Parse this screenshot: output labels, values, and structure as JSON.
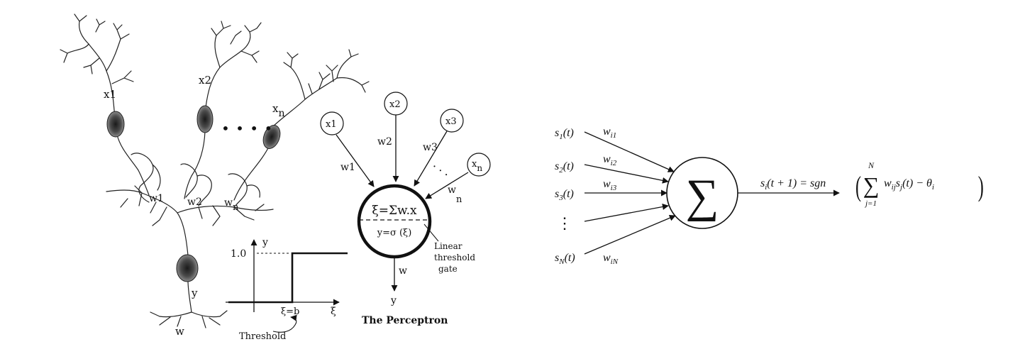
{
  "neuron_sketch": {
    "inputs": [
      {
        "base": "x",
        "sub": "1"
      },
      {
        "base": "x",
        "sub": "2"
      },
      {
        "base": "x",
        "sub": "n"
      }
    ],
    "synapse_weights": [
      {
        "base": "w",
        "sub": "1"
      },
      {
        "base": "w",
        "sub": "2"
      },
      {
        "base": "w",
        "sub": "n"
      }
    ],
    "ellipsis": "• • • •",
    "output_label": "y",
    "output_weight_label": "w"
  },
  "step_function": {
    "y_axis_label": "y",
    "level_label": "1.0",
    "x_tick_label": "ξ=b",
    "x_axis_label": "ξ",
    "threshold_label": "Threshold"
  },
  "perceptron": {
    "inputs": [
      {
        "base": "x",
        "sub": "1"
      },
      {
        "base": "x",
        "sub": "2"
      },
      {
        "base": "x",
        "sub": "3"
      },
      {
        "base": "x",
        "sub": "n"
      }
    ],
    "weights": [
      {
        "base": "w",
        "sub": "1"
      },
      {
        "base": "w",
        "sub": "2"
      },
      {
        "base": "w",
        "sub": "3"
      },
      {
        "base": "w",
        "sub": "n"
      }
    ],
    "dots": "· · ·",
    "sum_label": "ξ=Σw.x",
    "activation_label": "y=σ (ξ)",
    "gate_label_lines": [
      "Linear",
      "threshold",
      "gate"
    ],
    "output_weight_label": "w",
    "output_label": "y",
    "caption": "The Perceptron"
  },
  "hopfield_unit": {
    "sigma_symbol": "∑",
    "inputs": [
      {
        "signal_base": "s",
        "signal_sub": "1",
        "arg": "(t)",
        "weight_base": "w",
        "weight_sub": "i1"
      },
      {
        "signal_base": "s",
        "signal_sub": "2",
        "arg": "(t)",
        "weight_base": "w",
        "weight_sub": "i2"
      },
      {
        "signal_base": "s",
        "signal_sub": "3",
        "arg": "(t)",
        "weight_base": "w",
        "weight_sub": "i3"
      },
      {
        "signal_base": "s",
        "signal_sub": "N",
        "arg": "(t)",
        "weight_base": "w",
        "weight_sub": "iN"
      }
    ],
    "vertical_ellipsis": "⋮",
    "output_equation": {
      "lhs_base": "s",
      "lhs_sub": "i",
      "lhs_arg": "(t + 1) = sgn",
      "sum_symbol": "∑",
      "sum_upper": "N",
      "sum_lower": "j=1",
      "term1_base": "w",
      "term1_sub": "ij",
      "term2_base": "s",
      "term2_sub": "j",
      "term2_arg": "(t) − ",
      "theta_base": "θ",
      "theta_sub": "i"
    }
  }
}
